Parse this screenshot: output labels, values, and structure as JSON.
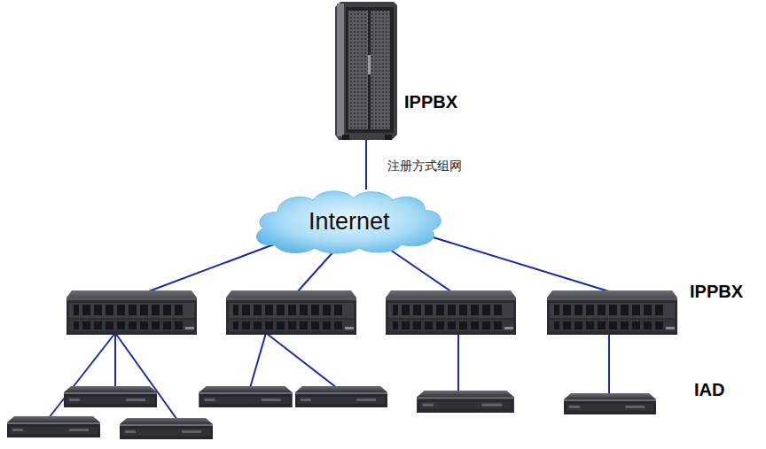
{
  "diagram": {
    "nodes": [
      {
        "text": [
          "IPPBX"
        ]
      },
      {
        "text": [
          "Internet"
        ]
      }
    ],
    "edges": [
      {
        "from": 0,
        "to": 1,
        "label": "注册方式组网",
        "arrow": "none"
      }
    ],
    "labels": [
      "IPPBX",
      "IAD"
    ]
  }
}
